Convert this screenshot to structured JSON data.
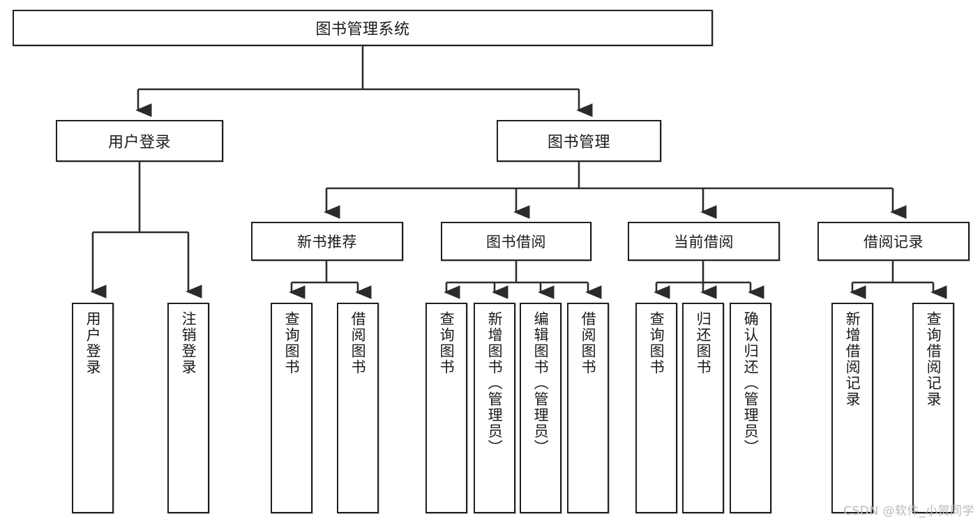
{
  "diagram": {
    "title": "图书管理系统",
    "type": "tree-hierarchy-chart",
    "watermark": "CSDN @软件_小贺同学",
    "colors": {
      "stroke": "#1f1f1f",
      "fill": "#ffffff",
      "text": "#1a1a1a",
      "watermark": "#b9b9b9"
    },
    "root": {
      "label": "图书管理系统"
    },
    "level2": [
      {
        "label": "用户登录"
      },
      {
        "label": "图书管理"
      }
    ],
    "level3": [
      {
        "label": "新书推荐"
      },
      {
        "label": "图书借阅"
      },
      {
        "label": "当前借阅"
      },
      {
        "label": "借阅记录"
      }
    ],
    "leaves": {
      "user_login": [
        {
          "label": "用户登录"
        },
        {
          "label": "注销登录"
        }
      ],
      "new_book_recommend": [
        {
          "label": "查询图书"
        },
        {
          "label": "借阅图书"
        }
      ],
      "book_borrow": [
        {
          "label": "查询图书"
        },
        {
          "label": "新增图书（管理员）"
        },
        {
          "label": "编辑图书（管理员）"
        },
        {
          "label": "借阅图书"
        }
      ],
      "current_borrow": [
        {
          "label": "查询图书"
        },
        {
          "label": "归还图书"
        },
        {
          "label": "确认归还（管理员）"
        }
      ],
      "borrow_record": [
        {
          "label": "新增借阅记录"
        },
        {
          "label": "查询借阅记录"
        }
      ]
    }
  }
}
